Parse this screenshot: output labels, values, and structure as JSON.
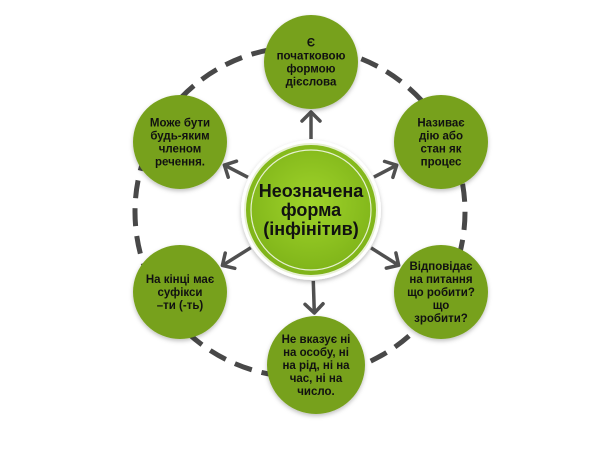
{
  "diagram": {
    "center": {
      "lines": [
        "Неозначена",
        "форма",
        "(інфінітив)"
      ]
    },
    "satellites": [
      {
        "id": "top",
        "lines": [
          "Є",
          "початковою",
          "формою",
          "дієслова"
        ]
      },
      {
        "id": "top-right",
        "lines": [
          "Називає",
          "дію або",
          "стан  як",
          "процес"
        ]
      },
      {
        "id": "bottom-right",
        "lines": [
          "Відповідає",
          "на питання",
          "що робити?",
          "що",
          "зробити?"
        ]
      },
      {
        "id": "bottom",
        "lines": [
          "Не вказує ні",
          "на особу, ні",
          "на рід, ні на",
          "час, ні на",
          "число."
        ]
      },
      {
        "id": "bottom-left",
        "lines": [
          "На кінці має",
          "суфікси",
          "–ти (-ть)"
        ]
      },
      {
        "id": "top-left",
        "lines": [
          "Може бути",
          "будь-яким",
          "членом",
          "речення."
        ]
      }
    ],
    "colors": {
      "circle_fill": "#77a11d",
      "circle_fill_center": "#8cc21f",
      "ring_outline": "#ffffff",
      "dashed_ring": "#484848",
      "arrow": "#505050"
    }
  }
}
